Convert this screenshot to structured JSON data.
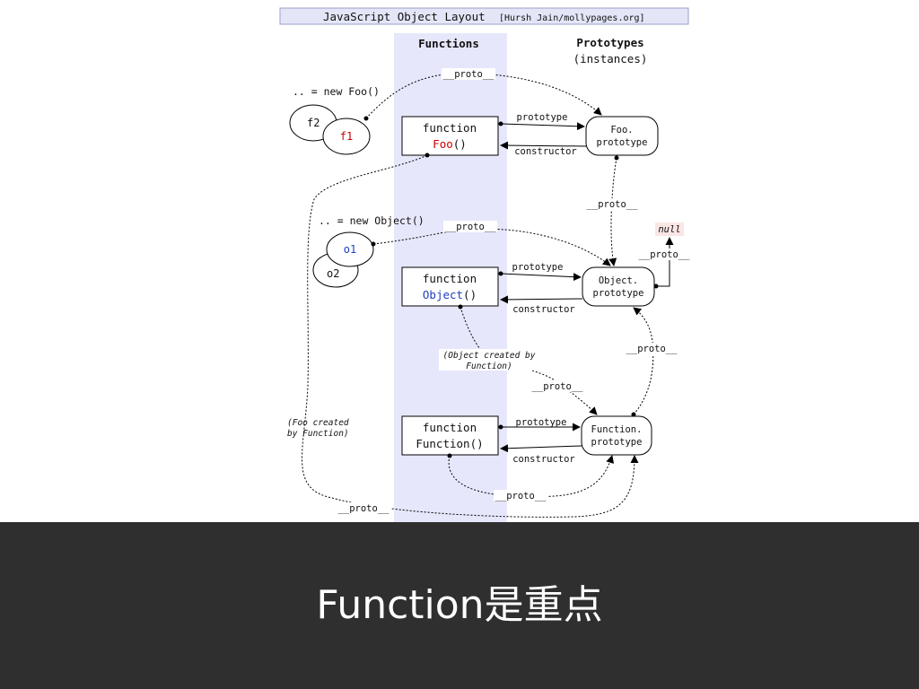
{
  "header": {
    "title": "JavaScript Object Layout",
    "credit": "[Hursh Jain/mollypages.org]"
  },
  "columns": {
    "functions": "Functions",
    "prototypes": "Prototypes",
    "prototypes_sub": "(instances)"
  },
  "instances": {
    "foo_new": ".. = new Foo()",
    "f2": "f2",
    "f1": "f1",
    "object_new": ".. = new Object()",
    "o1": "o1",
    "o2": "o2"
  },
  "functions": {
    "foo_kw": "function",
    "foo_name": "Foo",
    "foo_parens": "()",
    "object_kw": "function",
    "object_name": "Object",
    "object_parens": "()",
    "function_kw": "function",
    "function_name": "Function()"
  },
  "prototypes": {
    "foo_line1": "Foo.",
    "foo_line2": "prototype",
    "object_line1": "Object.",
    "object_line2": "prototype",
    "function_line1": "Function.",
    "function_line2": "prototype",
    "null": "null"
  },
  "edge_labels": {
    "proto": "__proto__",
    "prototype": "prototype",
    "constructor": "constructor"
  },
  "notes": {
    "object_created_1": "(Object created by",
    "object_created_2": "Function)",
    "foo_created_1": "(Foo created",
    "foo_created_2": "by Function)"
  },
  "colors": {
    "column_band": "#e6e7fb",
    "header_fill": "#e4e6f8",
    "foo": "#cc0000",
    "object": "#1f3fbf",
    "null_bg": "#fbe6e6",
    "caption_bg": "#2f2f2f"
  },
  "caption": {
    "text": "Function是重点"
  }
}
